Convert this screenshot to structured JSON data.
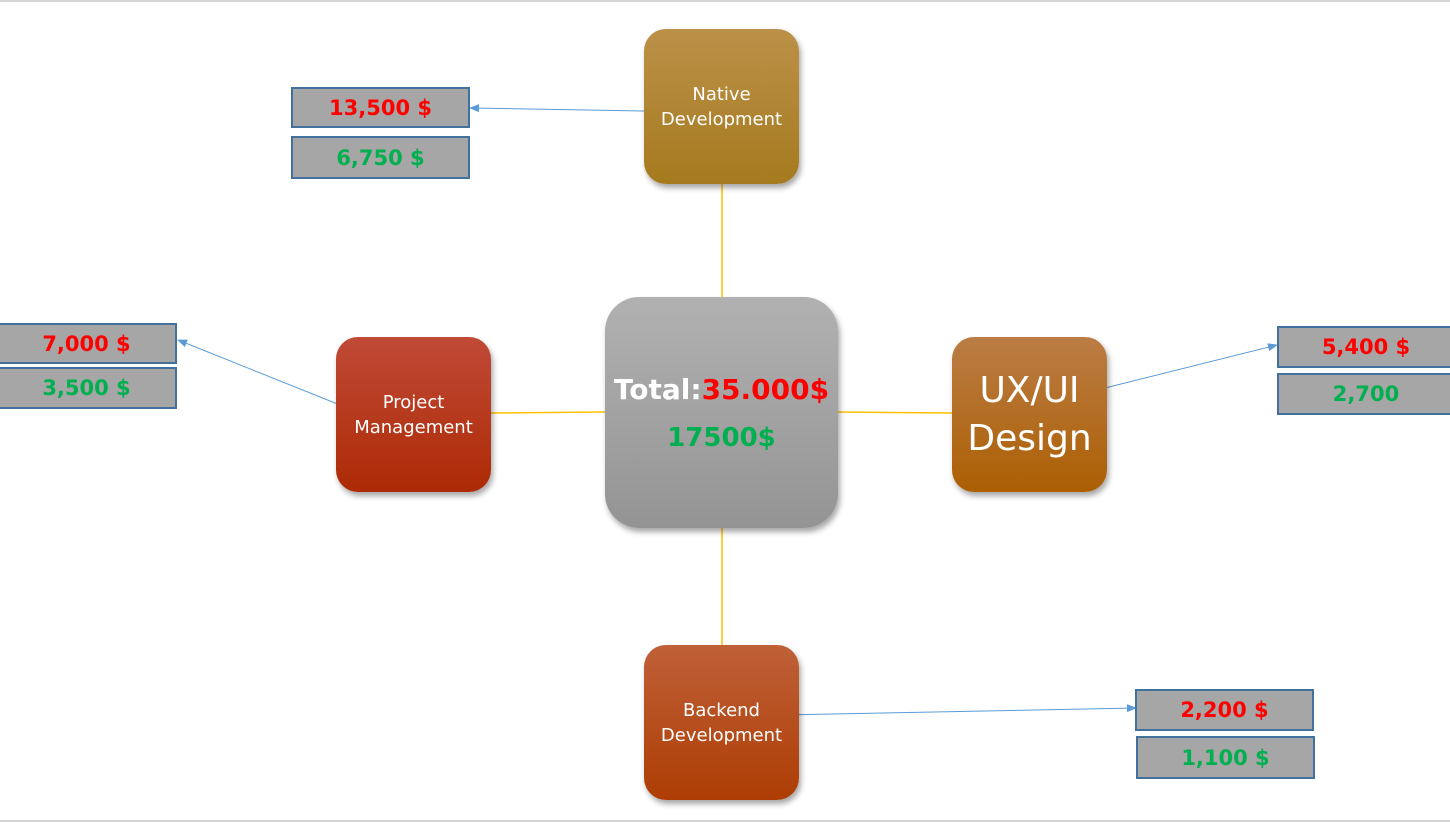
{
  "center": {
    "label": "Total:",
    "total_red": "35.000$",
    "total_green": "17500$"
  },
  "nodes": {
    "native": {
      "label": "Native\nDevelopment"
    },
    "project_management": {
      "label": "Project\nManagement"
    },
    "ux_ui": {
      "label": "UX/UI\nDesign"
    },
    "backend": {
      "label": "Backend\nDevelopment"
    }
  },
  "values": {
    "native": {
      "red": "13,500 $",
      "green": "6,750 $"
    },
    "project_management": {
      "red": "7,000 $",
      "green": "3,500 $"
    },
    "ux_ui": {
      "red": "5,400 $",
      "green": "2,700"
    },
    "backend": {
      "red": "2,200 $",
      "green": "1,100 $"
    }
  },
  "colors": {
    "connector": "#ffc000",
    "arrow": "#5b9bd5",
    "red_value": "#ff0000",
    "green_value": "#00b050",
    "value_box_fill": "#a6a6a6",
    "value_box_border": "#41719c"
  }
}
